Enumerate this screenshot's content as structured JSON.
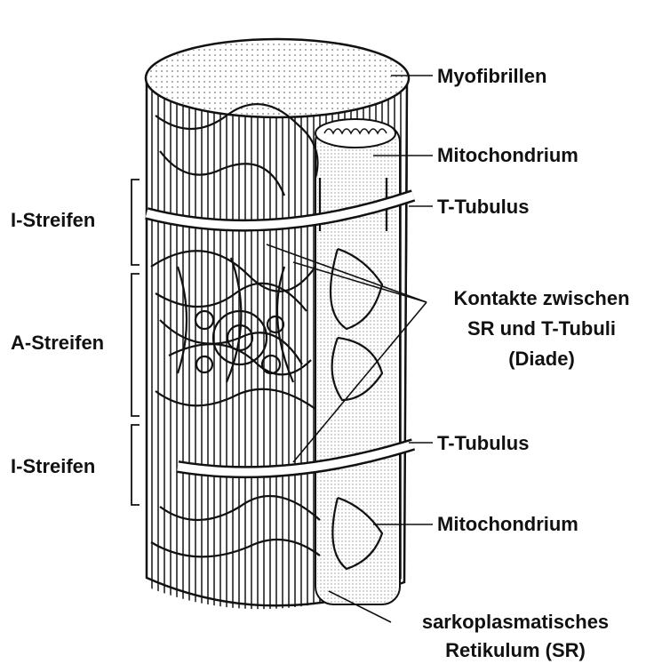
{
  "labels": {
    "myofibrillen": "Myofibrillen",
    "mitochondrium_top": "Mitochondrium",
    "t_tubulus_top": "T-Tubulus",
    "kontakte_line1": "Kontakte zwischen",
    "kontakte_line2": "SR und T-Tubuli",
    "kontakte_line3": "(Diade)",
    "t_tubulus_bottom": "T-Tubulus",
    "mitochondrium_bottom": "Mitochondrium",
    "sr_line1": "sarkoplasmatisches",
    "sr_line2": "Retikulum (SR)",
    "i_streifen_top": "I-Streifen",
    "a_streifen": "A-Streifen",
    "i_streifen_bottom": "I-Streifen"
  },
  "colors": {
    "ink": "#111111",
    "background": "#ffffff",
    "stipple": "#555555"
  }
}
